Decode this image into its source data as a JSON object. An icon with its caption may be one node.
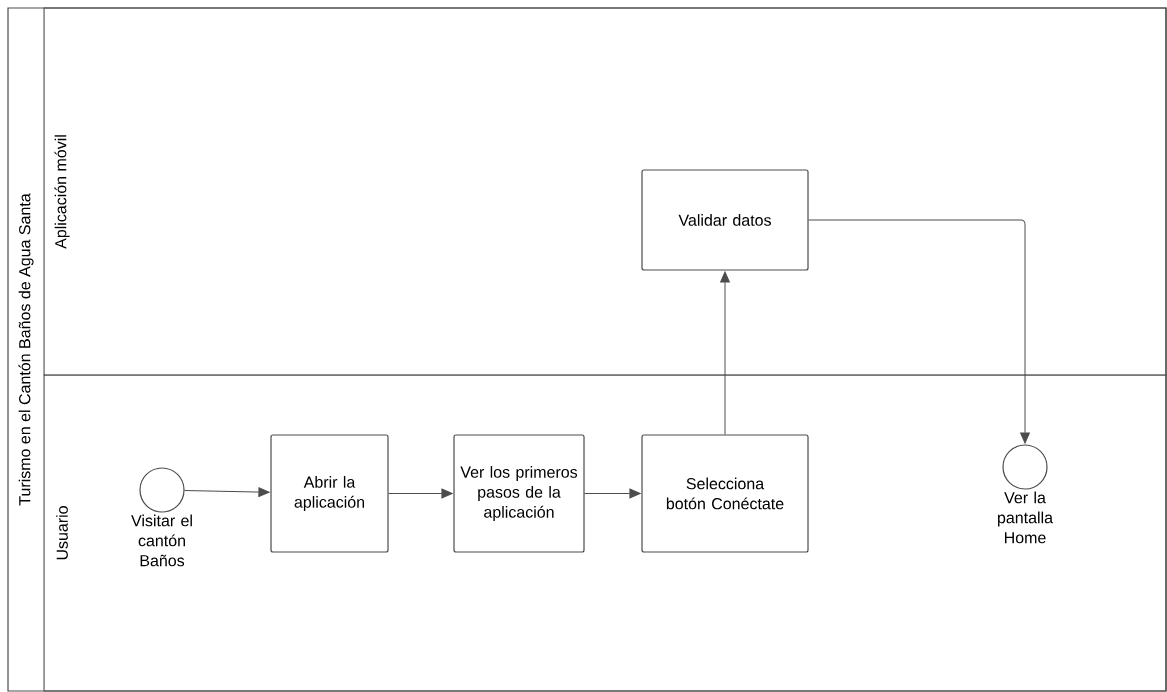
{
  "diagram": {
    "nodes": [
      {
        "text": [
          "Turismo en el Cantón Baños de Agua Santa"
        ]
      },
      {
        "text": [
          "Aplicación móvil"
        ],
        "in": 0
      },
      {
        "text": [
          "Usuario"
        ],
        "in": 0
      },
      {
        "text": [
          "Validar datos"
        ],
        "in": 1
      },
      {
        "text": [],
        "shape": "circle",
        "beside": [
          "Visitar el cantón Baños"
        ],
        "in": 2
      },
      {
        "text": [
          "Abrir la aplicación"
        ],
        "in": 2
      },
      {
        "text": [
          "Ver los primeros pasos de la aplicación"
        ],
        "in": 2
      },
      {
        "text": [
          "Selecciona botón Conéctate"
        ],
        "in": 2
      },
      {
        "text": [],
        "shape": "circle",
        "beside": [
          "Ver la pantalla Home"
        ],
        "in": 2
      }
    ],
    "edges": [
      {
        "from": 4,
        "to": 5,
        "arrow": "to"
      },
      {
        "from": 5,
        "to": 6,
        "arrow": "to"
      },
      {
        "from": 6,
        "to": 7,
        "arrow": "to"
      },
      {
        "from": 7,
        "to": 3,
        "arrow": "to"
      },
      {
        "from": 3,
        "to": 8,
        "arrow": "to"
      }
    ]
  }
}
